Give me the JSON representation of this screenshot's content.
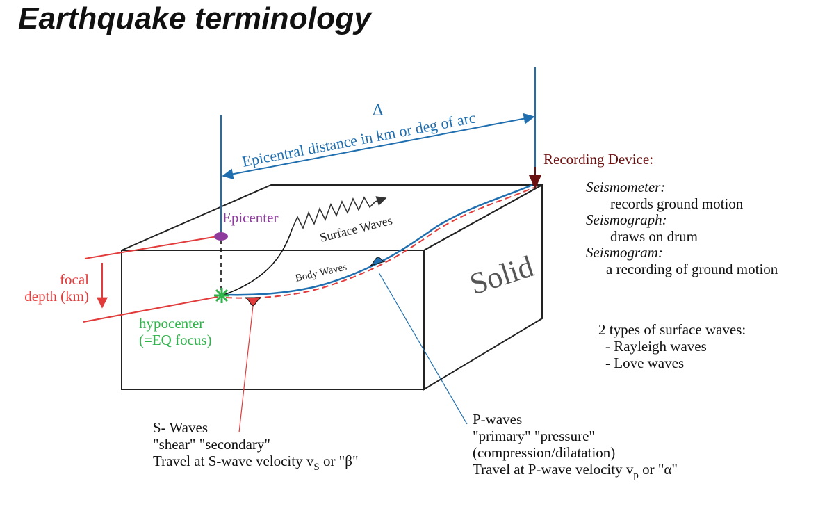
{
  "title": "Earthquake terminology",
  "colors": {
    "blue": "#1f6fb0",
    "red": "#e23b3b",
    "purple": "#8e3b9e",
    "green": "#2fb34a",
    "dark_red": "#6b1010",
    "gray_text": "#555555"
  },
  "labels": {
    "delta": "Δ",
    "epicentral_distance": "Epicentral distance in km or deg of arc",
    "recording_device": "Recording Device:",
    "epicenter": "Epicenter",
    "surface_waves": "Surface Waves",
    "body_waves": "Body Waves",
    "solid": "Solid",
    "focal_depth_line1": "focal",
    "focal_depth_line2": "depth (km)",
    "hypocenter_line1": "hypocenter",
    "hypocenter_line2": "(=EQ focus)"
  },
  "recording_devices": [
    {
      "term": "Seismometer:",
      "desc": "records ground motion"
    },
    {
      "term": "Seismograph:",
      "desc": "draws on drum"
    },
    {
      "term": "Seismogram:",
      "desc": "a recording of ground motion"
    }
  ],
  "surface_wave_types": {
    "heading": "2 types of surface waves:",
    "items": [
      "- Rayleigh waves",
      "- Love waves"
    ]
  },
  "s_waves": {
    "line1": "S- Waves",
    "line2": "\"shear\" \"secondary\"",
    "line3_prefix": "Travel at S-wave velocity v",
    "line3_sub": "S",
    "line3_suffix": " or \"β\""
  },
  "p_waves": {
    "line1": "P-waves",
    "line2": "\"primary\" \"pressure\"",
    "line3": "(compression/dilatation)",
    "line4_prefix": "Travel at P-wave velocity v",
    "line4_sub": "p",
    "line4_suffix": " or \"α\""
  }
}
